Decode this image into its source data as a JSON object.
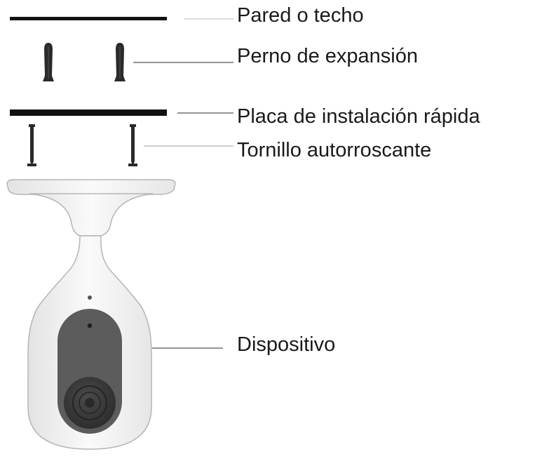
{
  "labels": {
    "wall": "Pared o techo",
    "anchor": "Perno de expansión",
    "plate": "Placa de instalación rápida",
    "screw": "Tornillo autorroscante",
    "device": "Dispositivo"
  },
  "colors": {
    "text": "#1a1a1a",
    "line": "#111111",
    "leader_light": "#c8c8c8",
    "leader_dark": "#555555",
    "device_body": "#efefef",
    "device_outline": "#b5b5b5",
    "lens_panel": "#5c5c5c",
    "lens": "#3a3a3a"
  }
}
